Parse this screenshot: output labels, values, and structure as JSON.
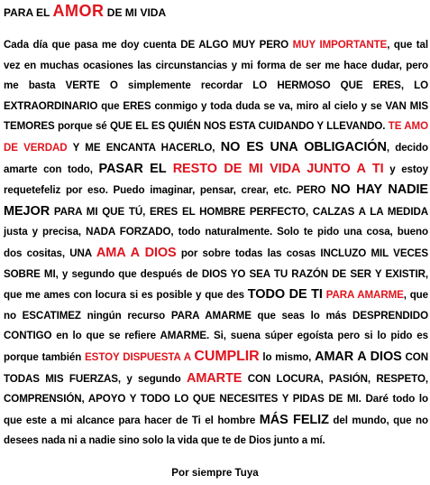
{
  "title": {
    "prefix": "PARA EL ",
    "highlight": "AMOR",
    "suffix": " DE MI VIDA"
  },
  "accent_color": "#e0141e",
  "body": [
    {
      "t": "Cada día que pasa me doy cuenta DE ALGO MUY PERO "
    },
    {
      "t": "MUY IMPORTANTE",
      "s": "red"
    },
    {
      "t": ", que tal vez en muchas ocasiones las circunstancias y mi forma de ser me hace dudar, pero me basta  VERTE O simplemente recordar LO HERMOSO QUE ERES, LO EXTRAORDINARIO que ERES conmigo y toda duda se va, miro al cielo y  se VAN MIS TEMORES porque sé QUE EL ES QUIÉN NOS ESTA CUIDANDO Y LLEVANDO. "
    },
    {
      "t": "TE AMO DE VERDAD",
      "s": "red"
    },
    {
      "t": " Y ME ENCANTA HACERLO, "
    },
    {
      "t": "NO ES UNA OBLIGACIÓN",
      "s": "lg"
    },
    {
      "t": ", decido amarte con todo, "
    },
    {
      "t": "PASAR EL ",
      "s": "lg"
    },
    {
      "t": "RESTO DE MI VIDA JUNTO A TI",
      "s": "red lg"
    },
    {
      "t": " y estoy requetefeliz por eso. Puedo imaginar, pensar, crear, etc. PERO "
    },
    {
      "t": "NO HAY NADIE MEJOR",
      "s": "lg"
    },
    {
      "t": " PARA MI QUE TÚ, ERES EL HOMBRE PERFECTO, CALZAS A LA MEDIDA justa y precisa, NADA FORZADO, todo naturalmente. Solo te pido una cosa, bueno dos cositas, UNA "
    },
    {
      "t": "AMA A DIOS",
      "s": "red lg"
    },
    {
      "t": " por sobre todas las cosas INCLUZO MIL VECES SOBRE MI, y segundo que después de DIOS YO SEA TU RAZÓN DE SER Y EXISTIR, que me ames con locura si es posible y que des "
    },
    {
      "t": "TODO DE TI",
      "s": "lg"
    },
    {
      "t": " "
    },
    {
      "t": "PARA AMARME",
      "s": "red"
    },
    {
      "t": ", que no ESCATIMEZ ningún recurso PARA AMARME que seas lo más DESPRENDIDO CONTIGO en lo que se refiere AMARME. Si, suena súper egoísta pero si lo pido es porque también "
    },
    {
      "t": "ESTOY DISPUESTA A ",
      "s": "red"
    },
    {
      "t": "CUMPLIR",
      "s": "red xl"
    },
    {
      "t": " lo mismo, "
    },
    {
      "t": "AMAR A DIOS",
      "s": "lg"
    },
    {
      "t": " CON TODAS MIS FUERZAS, y segundo "
    },
    {
      "t": "AMARTE",
      "s": "red lg"
    },
    {
      "t": " CON LOCURA, PASIÓN, RESPETO, COMPRENSIÓN, APOYO Y TODO LO QUE NECESITES Y PIDAS DE MI. Daré todo lo que este a mi alcance para hacer de Ti el hombre "
    },
    {
      "t": "MÁS FELIZ",
      "s": "lg"
    },
    {
      "t": " del mundo, que no desees nada ni a nadie sino solo la vida que te de Dios junto a mí."
    }
  ],
  "signature": "Por siempre Tuya"
}
